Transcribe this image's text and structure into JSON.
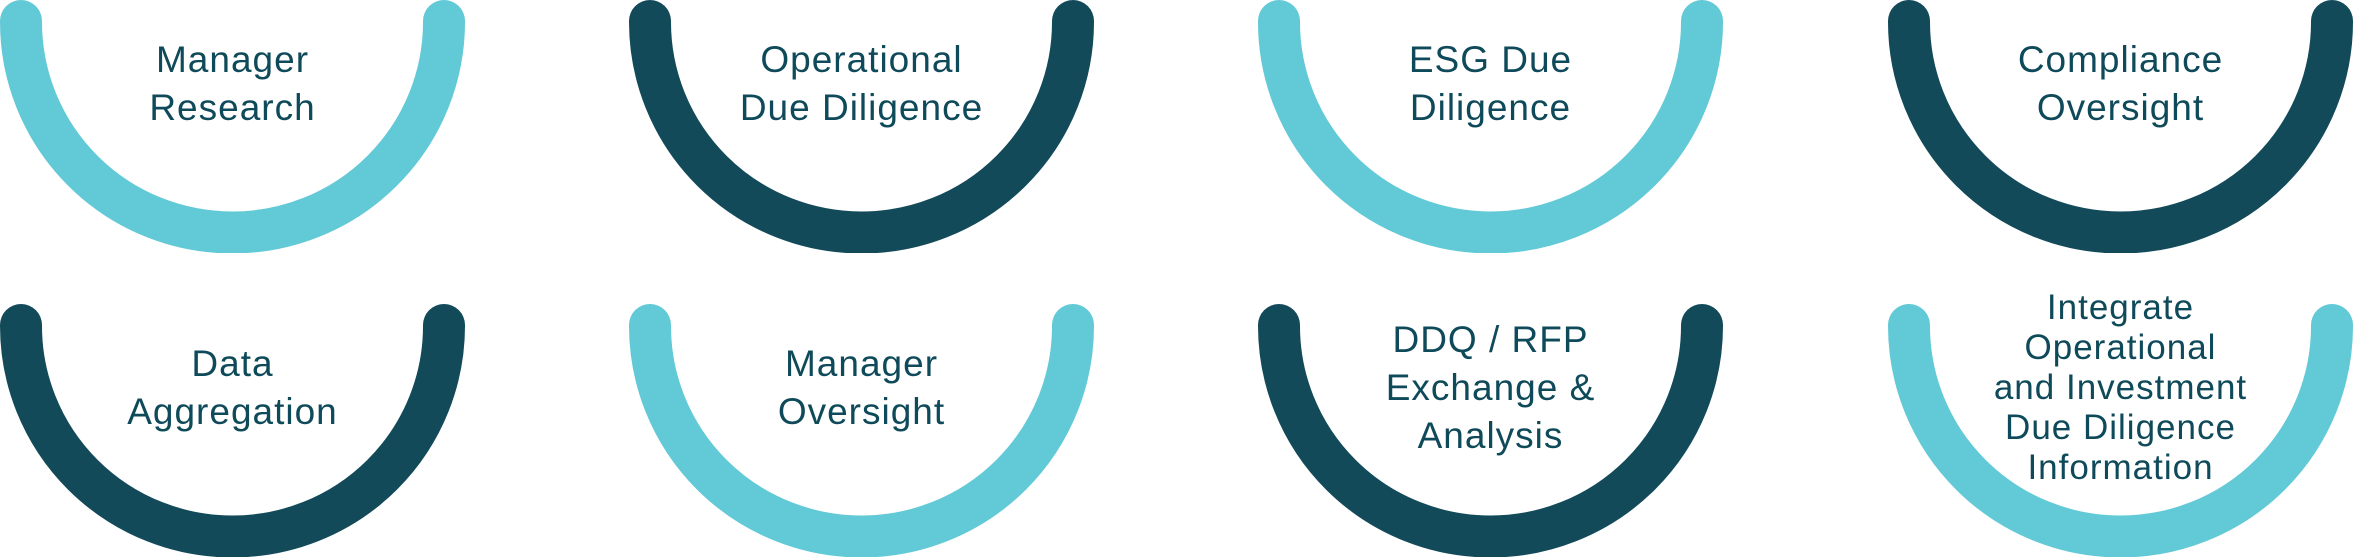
{
  "colors": {
    "light": "#62C9D6",
    "dark": "#124A59",
    "text": "#0F4A5A"
  },
  "items": [
    {
      "label": "Manager\nResearch",
      "color": "light"
    },
    {
      "label": "Operational\nDue Diligence",
      "color": "dark"
    },
    {
      "label": "ESG Due\nDiligence",
      "color": "light"
    },
    {
      "label": "Compliance\nOversight",
      "color": "dark"
    },
    {
      "label": "Data\nAggregation",
      "color": "dark"
    },
    {
      "label": "Manager\nOversight",
      "color": "light"
    },
    {
      "label": "DDQ / RFP\nExchange &\nAnalysis",
      "color": "dark"
    },
    {
      "label": "Integrate\nOperational\nand Investment\nDue Diligence\nInformation",
      "color": "light"
    }
  ]
}
